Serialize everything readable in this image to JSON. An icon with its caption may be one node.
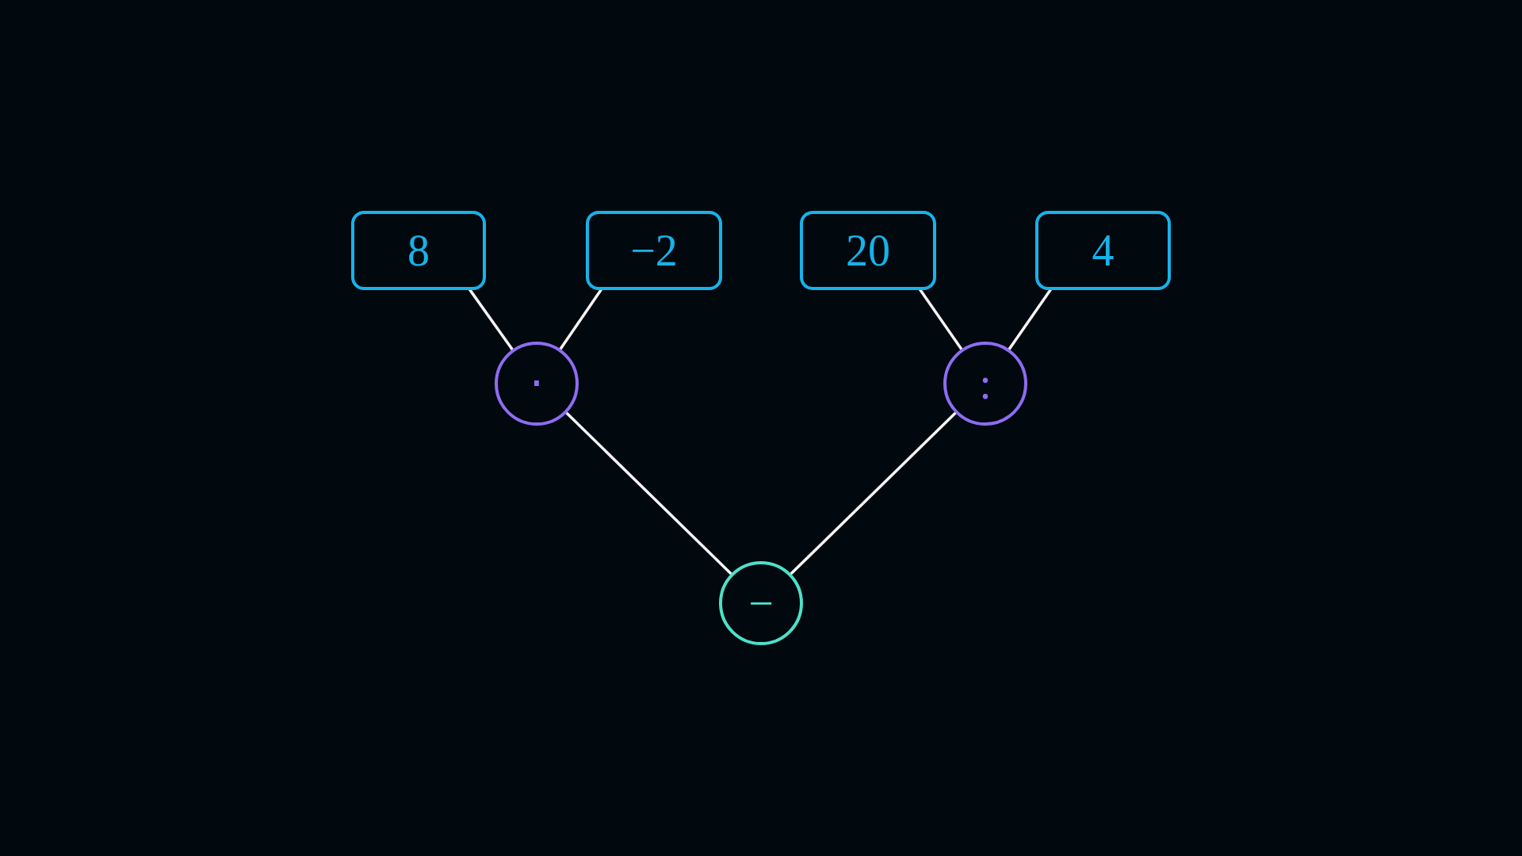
{
  "diagram": {
    "nodes": [
      {
        "text": [
          "8"
        ]
      },
      {
        "text": [
          "−2"
        ]
      },
      {
        "text": [
          "20"
        ]
      },
      {
        "text": [
          "4"
        ]
      },
      {
        "text": [
          "⋅"
        ]
      },
      {
        "text": [
          ":"
        ]
      },
      {
        "text": [
          "−"
        ]
      }
    ],
    "edges": [
      {
        "from": 0,
        "to": 4,
        "arrow": "none"
      },
      {
        "from": 1,
        "to": 4,
        "arrow": "none"
      },
      {
        "from": 2,
        "to": 5,
        "arrow": "none"
      },
      {
        "from": 3,
        "to": 5,
        "arrow": "none"
      },
      {
        "from": 4,
        "to": 6,
        "arrow": "none"
      },
      {
        "from": 5,
        "to": 6,
        "arrow": "none"
      }
    ]
  }
}
